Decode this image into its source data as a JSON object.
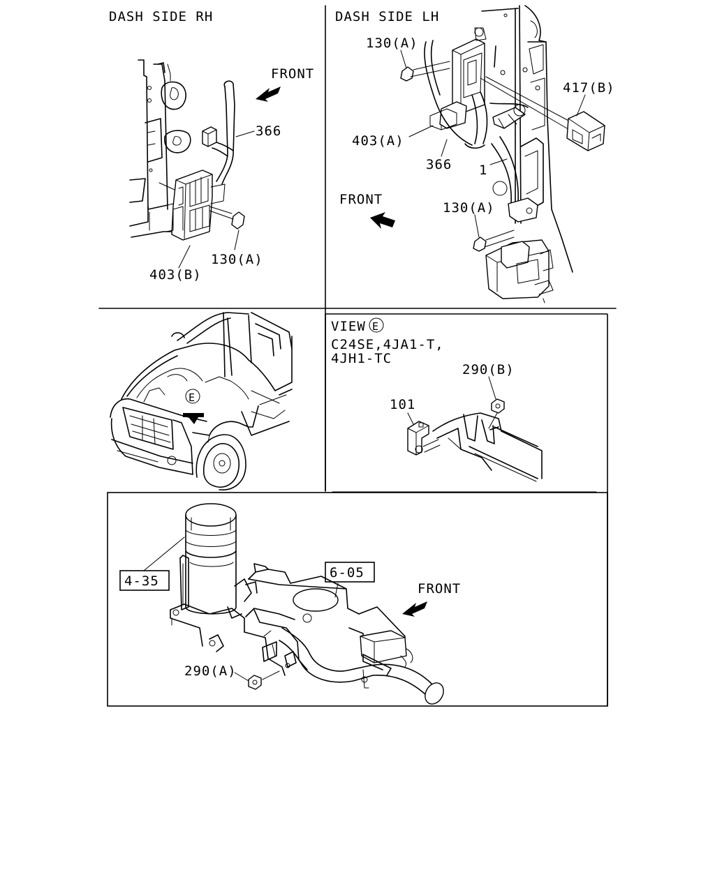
{
  "panels": {
    "dash_rh": {
      "title": "DASH SIDE RH",
      "front_label": "FRONT",
      "callouts": [
        "366",
        "403(B)",
        "130(A)"
      ]
    },
    "dash_lh": {
      "title": "DASH SIDE LH",
      "front_label": "FRONT",
      "callouts": [
        "130(A)",
        "417(B)",
        "403(A)",
        "366",
        "1",
        "130(A)"
      ]
    },
    "vehicle": {
      "view_marker": "E"
    },
    "view_e": {
      "title": "VIEW",
      "marker": "E",
      "engines_line1": "C24SE,4JA1-T,",
      "engines_line2": "4JH1-TC",
      "callouts": [
        "290(B)",
        "101"
      ]
    },
    "air_cleaner": {
      "front_label": "FRONT",
      "ref_boxes": [
        "4-35",
        "6-05"
      ],
      "callouts": [
        "290(A)"
      ]
    }
  },
  "icons": [
    "front-arrow-icon",
    "view-arrow-icon"
  ]
}
